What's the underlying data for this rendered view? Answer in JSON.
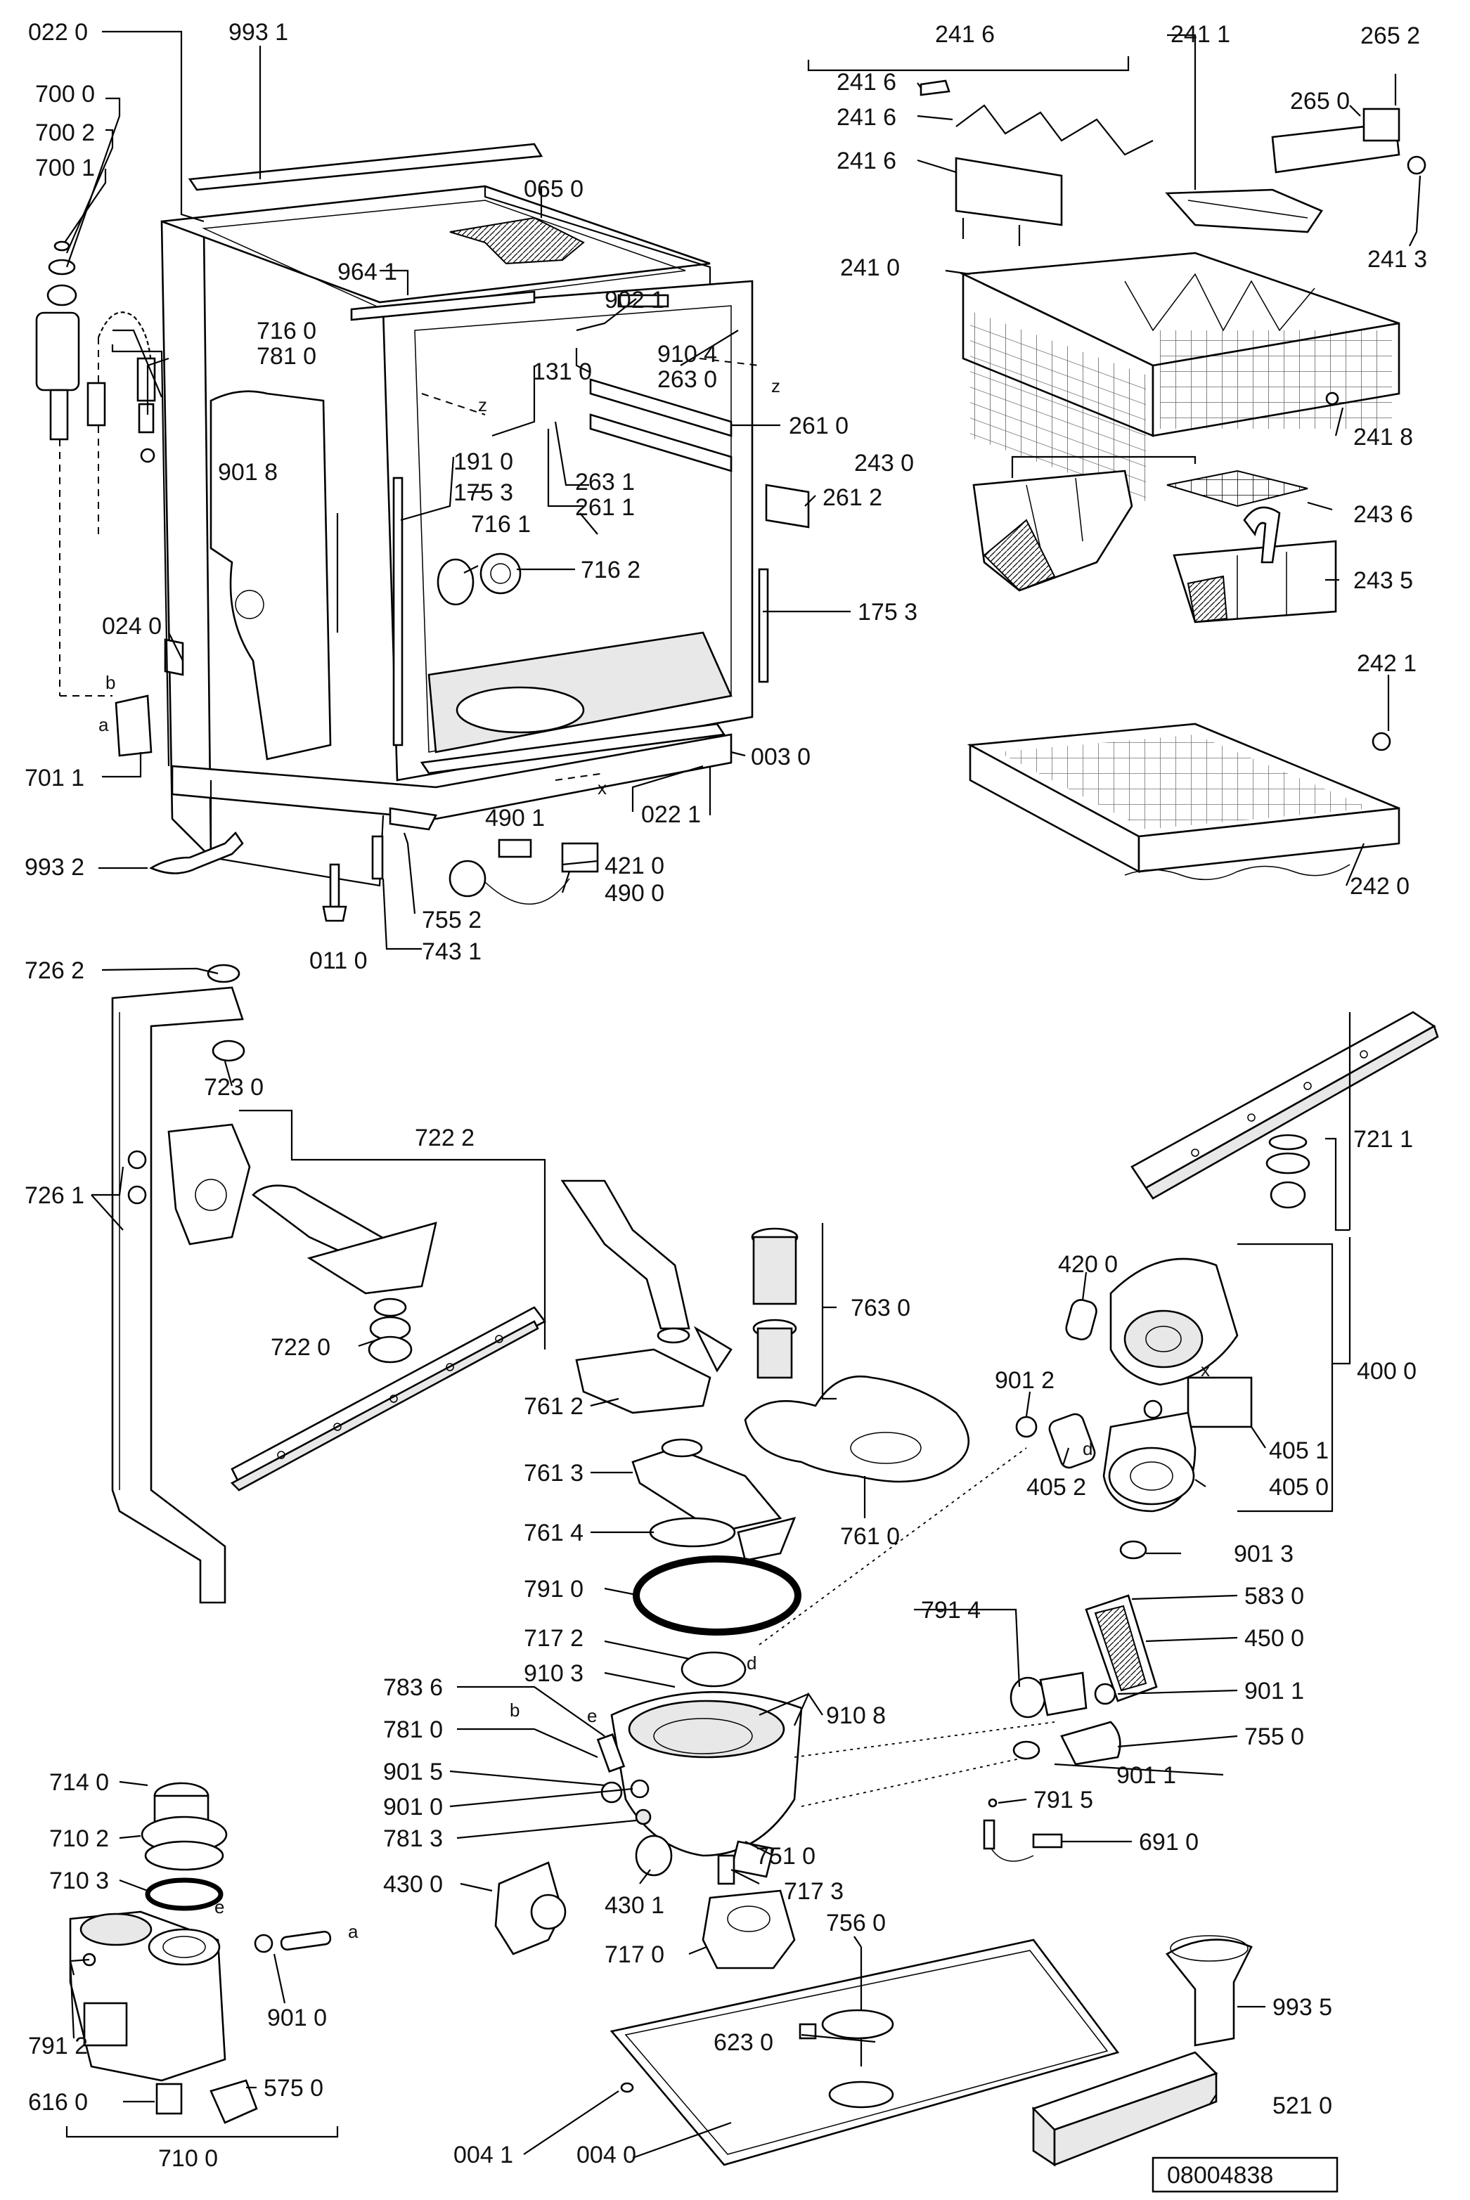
{
  "diagram": {
    "drawing_number": "08004838",
    "labels": {
      "l0220": "022 0",
      "l9931": "993 1",
      "l7000": "700 0",
      "l7002": "700 2",
      "l7001": "700 1",
      "l0650": "065 0",
      "l9641": "964 1",
      "l9021": "902 1",
      "l9104": "910 4",
      "l7160": "716 0",
      "l7810a": "781 0",
      "l1310": "131 0",
      "l2630": "263 0",
      "l9018": "901 8",
      "l1910": "191 0",
      "l1753a": "175 3",
      "l2631": "263 1",
      "l2611": "261 1",
      "l2610": "261 0",
      "l2612": "261 2",
      "l7161": "716 1",
      "l7162": "716 2",
      "l1753b": "175 3",
      "l0240": "024 0",
      "l0030": "003 0",
      "l7011": "701 1",
      "l4901": "490 1",
      "l0221": "022 1",
      "l4210": "421 0",
      "l4900": "490 0",
      "l9932": "993 2",
      "l7552": "755 2",
      "l0110": "011 0",
      "l7431": "743 1",
      "l2416t": "241 6",
      "l2416a": "241 6",
      "l2416b": "241 6",
      "l2416c": "241 6",
      "l2411": "241 1",
      "l2652": "265 2",
      "l2650": "265 0",
      "l2413": "241 3",
      "l2410": "241 0",
      "l2418": "241 8",
      "l2430": "243 0",
      "l2436": "243 6",
      "l2435": "243 5",
      "l2421": "242 1",
      "l2420": "242 0",
      "l7262": "726 2",
      "l7230": "723 0",
      "l7222": "722 2",
      "l7261": "726 1",
      "l7220": "722 0",
      "l7211": "721 1",
      "l7630": "763 0",
      "l7612": "761 2",
      "l7613": "761 3",
      "l7614": "761 4",
      "l7610": "761 0",
      "l4200": "420 0",
      "l4000": "400 0",
      "l9012": "901 2",
      "l4051": "405 1",
      "l4052": "405 2",
      "l4050": "405 0",
      "l9013": "901 3",
      "l7910": "791 0",
      "l7914": "791 4",
      "l5830": "583 0",
      "l4500": "450 0",
      "l7172": "717 2",
      "l9103": "910 3",
      "l9108": "910 8",
      "l7836": "783 6",
      "l7810b": "781 0",
      "l9011a": "901 1",
      "l7550": "755 0",
      "l9015": "901 5",
      "l9010a": "901 0",
      "l9011b": "901 1",
      "l7813": "781 3",
      "l7915": "791 5",
      "l7510": "751 0",
      "l6910": "691 0",
      "l7140": "714 0",
      "l7102": "710 2",
      "l7103": "710 3",
      "l4300": "430 0",
      "l4301": "430 1",
      "l7173": "717 3",
      "l7560": "756 0",
      "l7170": "717 0",
      "l9010b": "901 0",
      "l7912": "791 2",
      "l6230": "623 0",
      "l9935": "993 5",
      "l6160": "616 0",
      "l5750": "575 0",
      "l5210": "521 0",
      "l7100": "710 0",
      "l0041": "004 1",
      "l0040": "004 0"
    },
    "letters": {
      "z1": "z",
      "z2": "z",
      "x1": "x",
      "x2": "x",
      "b1": "b",
      "a1": "a",
      "b2": "b",
      "e1": "e",
      "d1": "d",
      "d2": "d",
      "e2": "e",
      "a2": "a"
    }
  }
}
